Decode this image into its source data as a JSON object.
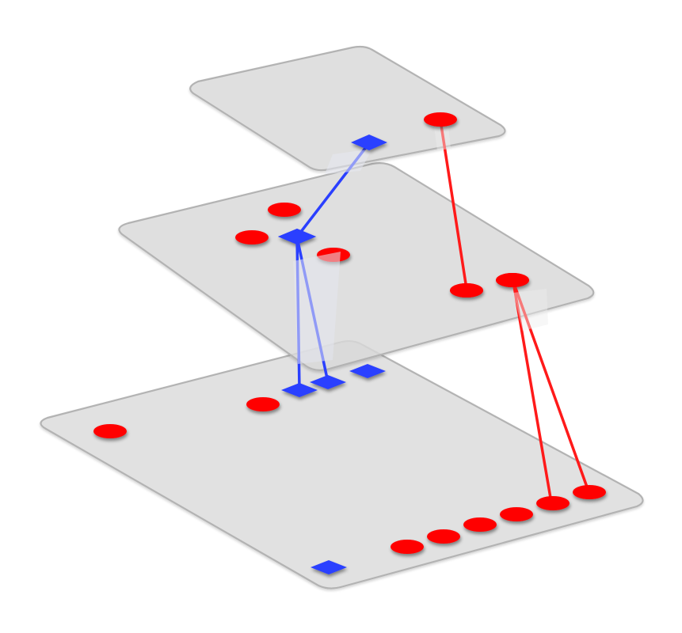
{
  "colors": {
    "background": "#ffffff",
    "plane_fill": "#e0e0e0",
    "plane_stroke": "#b3b3b3",
    "node_red": "#ff0000",
    "node_blue": "#2a3fff",
    "edge_red": "#ff1a1a",
    "edge_blue": "#2a3fff"
  },
  "layers": [
    {
      "id": "top",
      "label": ""
    },
    {
      "id": "middle",
      "label": ""
    },
    {
      "id": "bottom",
      "label": ""
    }
  ],
  "node_shapes": {
    "circle": "red-ellipse",
    "square": "blue-diamond"
  }
}
